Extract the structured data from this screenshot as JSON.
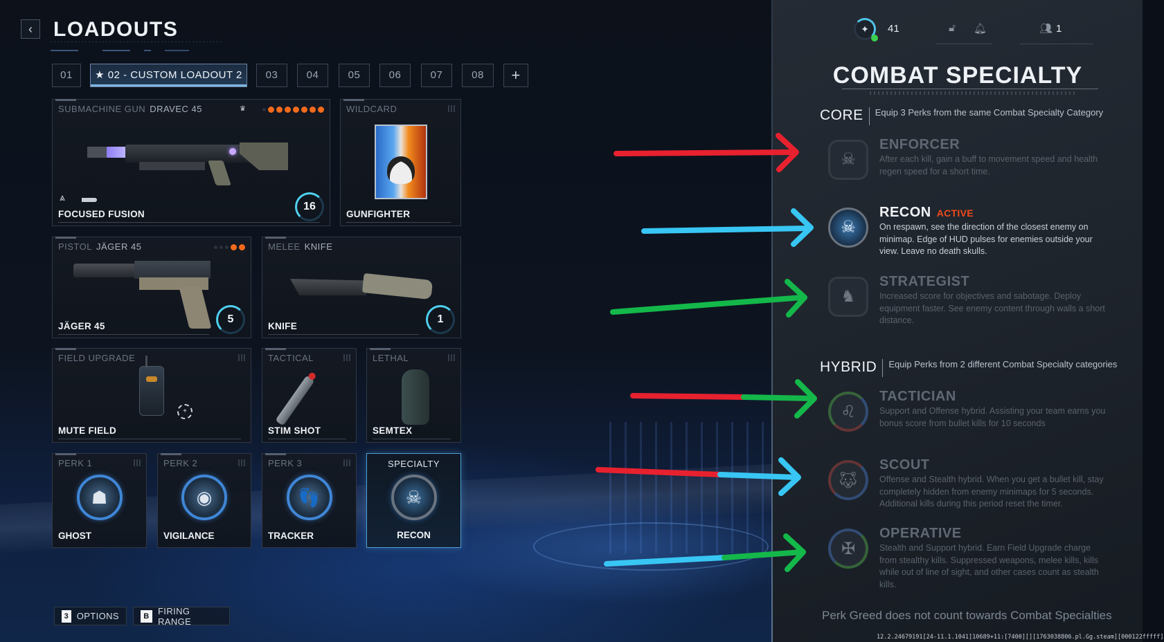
{
  "header": {
    "back_icon": "‹",
    "title": "LOADOUTS"
  },
  "tabs": [
    {
      "label": "01",
      "active": false
    },
    {
      "label": "★ 02 - CUSTOM LOADOUT 2",
      "active": true
    },
    {
      "label": "03",
      "active": false
    },
    {
      "label": "04",
      "active": false
    },
    {
      "label": "05",
      "active": false
    },
    {
      "label": "06",
      "active": false
    },
    {
      "label": "07",
      "active": false
    },
    {
      "label": "08",
      "active": false
    },
    {
      "label": "+",
      "active": false
    }
  ],
  "primary": {
    "category": "SUBMACHINE GUN",
    "weapon": "DRAVEC 45",
    "name": "FOCUSED FUSION",
    "level": "16",
    "attachments_filled": 7,
    "attachments_empty": 1
  },
  "wildcard": {
    "category": "WILDCARD",
    "name": "GUNFIGHTER"
  },
  "secondary": {
    "category": "PISTOL",
    "weapon": "JÄGER 45",
    "name": "JÄGER 45",
    "level": "5",
    "attachments_filled": 2,
    "attachments_empty": 3
  },
  "melee": {
    "category": "MELEE",
    "weapon": "KNIFE",
    "name": "KNIFE",
    "level": "1"
  },
  "field_upgrade": {
    "category": "FIELD UPGRADE",
    "name": "MUTE FIELD"
  },
  "tactical": {
    "category": "TACTICAL",
    "name": "STIM SHOT"
  },
  "lethal": {
    "category": "LETHAL",
    "name": "SEMTEX"
  },
  "perks": [
    {
      "slot": "PERK 1",
      "name": "GHOST",
      "glyph": "☗"
    },
    {
      "slot": "PERK 2",
      "name": "VIGILANCE",
      "glyph": "◉"
    },
    {
      "slot": "PERK 3",
      "name": "TRACKER",
      "glyph": "👣"
    }
  ],
  "specialty": {
    "label": "SPECIALTY",
    "name": "RECON",
    "glyph": "☠"
  },
  "bottom_buttons": [
    {
      "key": "3",
      "label": "OPTIONS"
    },
    {
      "key": "B",
      "label": "FIRING RANGE"
    }
  ],
  "status_bar": {
    "rank_icon": "rank-emblem-icon",
    "rank_level": "41",
    "party_count": "1"
  },
  "combat_specialty": {
    "title": "COMBAT SPECIALTY",
    "core": {
      "label": "CORE",
      "description": "Equip 3 Perks from the same Combat Specialty Category",
      "items": [
        {
          "name": "ENFORCER",
          "active": false,
          "text": "After each kill, gain a buff to movement speed and health regen speed for a short time."
        },
        {
          "name": "RECON",
          "active": true,
          "badge": "ACTIVE",
          "text": "On respawn, see the direction of the closest enemy on minimap. Edge of HUD pulses for enemies outside your view. Leave no death skulls."
        },
        {
          "name": "STRATEGIST",
          "active": false,
          "text": "Increased score for objectives and sabotage. Deploy equipment faster. See enemy content through walls a short distance."
        }
      ]
    },
    "hybrid": {
      "label": "HYBRID",
      "description": "Equip Perks from 2 different Combat Specialty categories",
      "items": [
        {
          "name": "TACTICIAN",
          "active": false,
          "text": "Support and Offense hybrid. Assisting your team earns you bonus score from bullet kills for 10 seconds"
        },
        {
          "name": "SCOUT",
          "active": false,
          "text": "Offense and Stealth hybrid. When you get a bullet kill, stay completely hidden from enemy minimaps for 5 seconds. Additional kills during this period reset the timer."
        },
        {
          "name": "OPERATIVE",
          "active": false,
          "text": "Stealth and Support hybrid. Earn Field Upgrade charge from stealthy kills. Suppressed weapons, melee kills, kills while out of line of sight, and other cases count as stealth kills."
        }
      ]
    },
    "footnote": "Perk Greed does not count towards Combat Specialties",
    "build_id": "12.2.24679191[24-11.1.1041]10689+11:[7400][][1763038806.pl.Gg.steam][000122fffff]"
  },
  "annotation_arrows": [
    {
      "target": "ENFORCER",
      "colors": [
        "#e8212f"
      ]
    },
    {
      "target": "RECON",
      "colors": [
        "#38c6f4"
      ]
    },
    {
      "target": "STRATEGIST",
      "colors": [
        "#14b84a"
      ]
    },
    {
      "target": "TACTICIAN",
      "colors": [
        "#e8212f",
        "#14b84a"
      ]
    },
    {
      "target": "SCOUT",
      "colors": [
        "#e8212f",
        "#38c6f4"
      ]
    },
    {
      "target": "OPERATIVE",
      "colors": [
        "#38c6f4",
        "#14b84a"
      ]
    }
  ],
  "colors": {
    "accent_blue": "#4fd0f0",
    "attachment_orange": "#f26a1b",
    "active_badge": "#f04a1a",
    "online_green": "#3ccf4e"
  }
}
